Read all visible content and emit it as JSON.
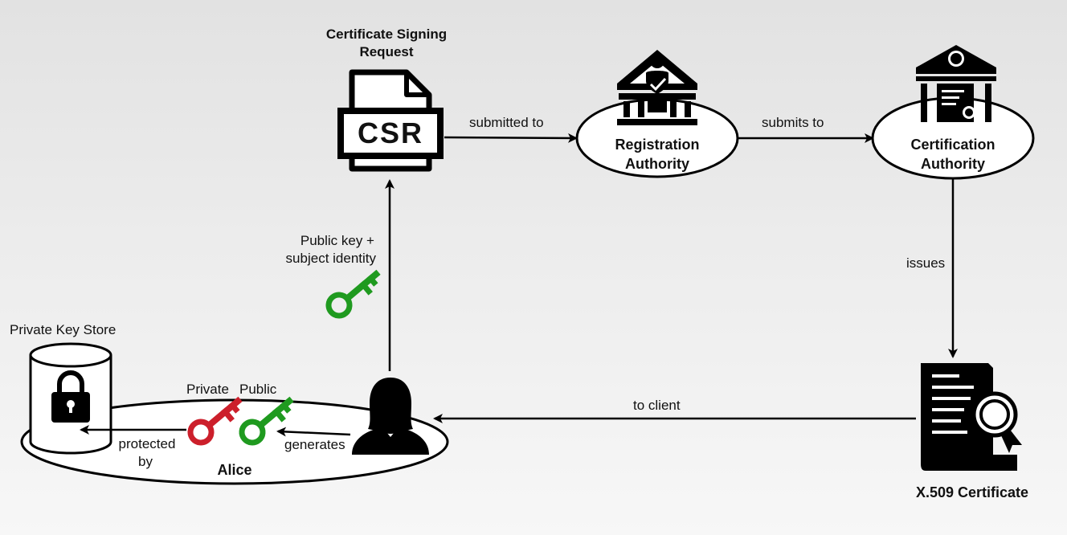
{
  "csr": {
    "title_line1": "Certificate Signing",
    "title_line2": "Request",
    "icon_text": "CSR"
  },
  "registration_authority": {
    "line1": "Registration",
    "line2": "Authority"
  },
  "certification_authority": {
    "line1": "Certification",
    "line2": "Authority"
  },
  "certificate": {
    "label": "X.509 Certificate"
  },
  "alice": {
    "label": "Alice"
  },
  "key_store": {
    "label": "Private Key Store"
  },
  "keys": {
    "private_label": "Private",
    "public_label": "Public"
  },
  "edges": {
    "submitted_to": "submitted to",
    "submits_to": "submits to",
    "issues": "issues",
    "to_client": "to client",
    "public_key_line1": "Public key +",
    "public_key_line2": "subject identity",
    "generates": "generates",
    "protected_line1": "protected",
    "protected_line2": "by"
  },
  "colors": {
    "private_key": "#cc1f2b",
    "public_key": "#1f9a1f",
    "ink": "#000000",
    "node_fill": "#ffffff"
  }
}
